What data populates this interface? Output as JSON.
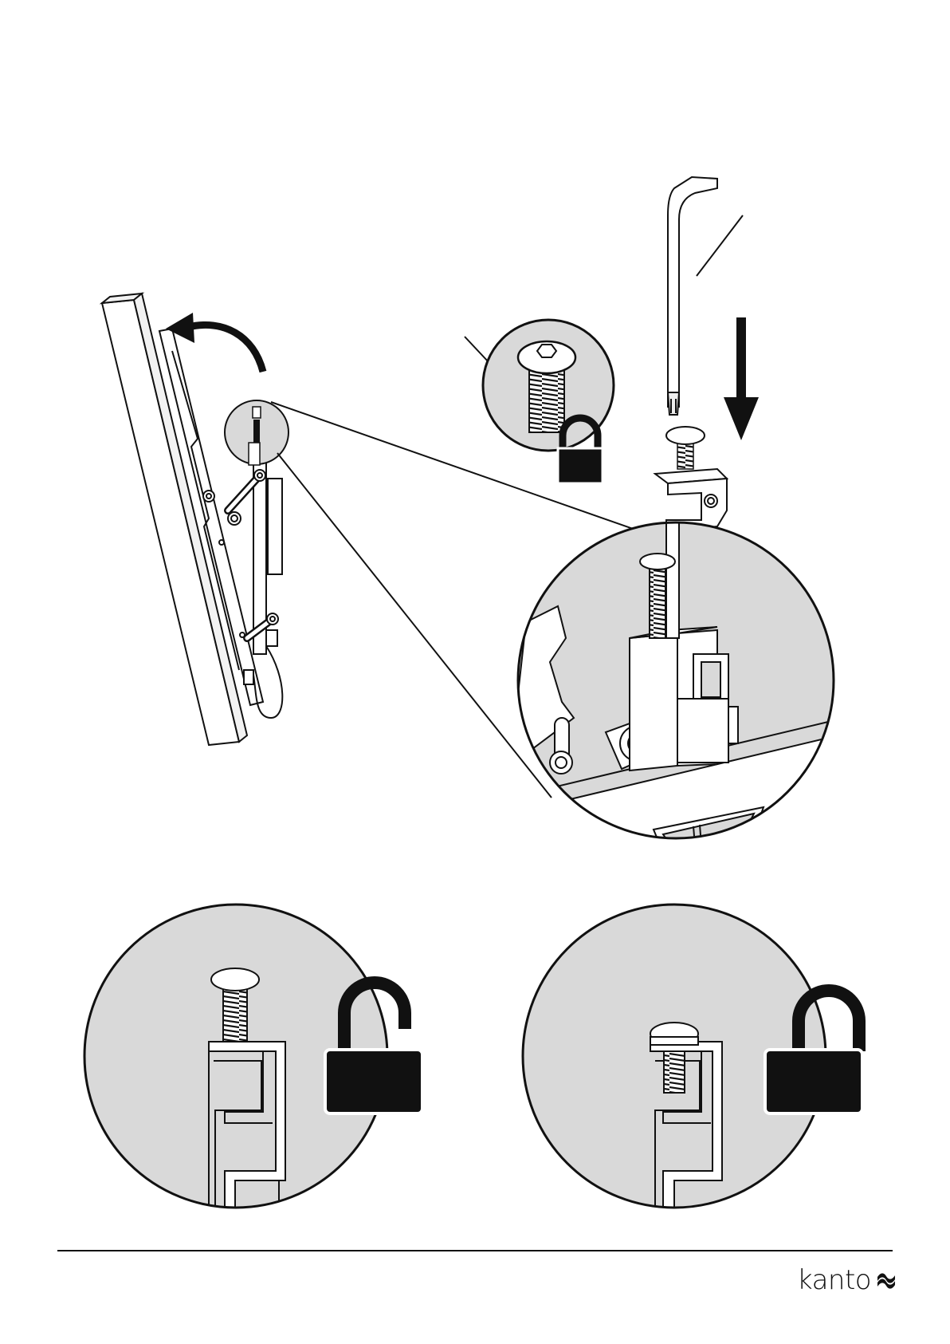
{
  "brand": {
    "name": "kanto",
    "logo_icon": "kanto-wave-icon"
  },
  "icons": {
    "top_lock": "locked-padlock-icon",
    "bottom_left_lock": "unlocked-padlock-icon",
    "bottom_right_lock": "locked-padlock-icon",
    "tilt_arrow": "curved-arrow-icon",
    "insert_arrow": "down-arrow-icon",
    "tool": "torx-key-icon",
    "fastener": "screw-icon"
  },
  "states": {
    "left": "unlocked",
    "right": "locked"
  },
  "colors": {
    "line": "#111111",
    "detail_fill": "#d9d9d9",
    "paper": "#ffffff"
  }
}
